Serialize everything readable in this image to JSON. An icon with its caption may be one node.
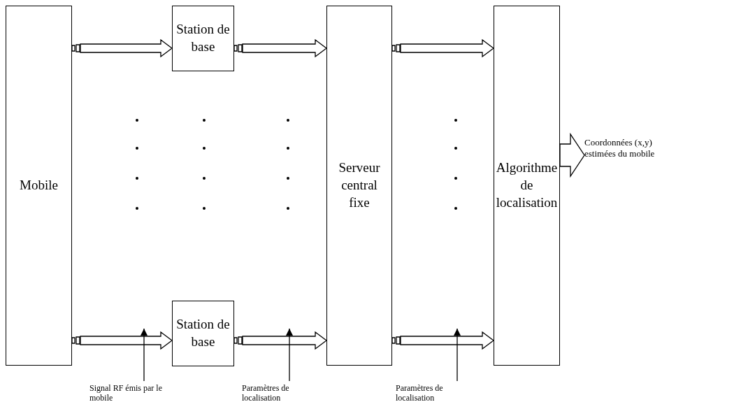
{
  "diagram": {
    "nodes": [
      {
        "text": [
          "Mobile"
        ]
      },
      {
        "text": [
          "Station de base"
        ]
      },
      {
        "text": [
          "Station de base"
        ]
      },
      {
        "text": [
          "Serveur central fixe"
        ]
      },
      {
        "text": [
          "Algorithme de localisation"
        ]
      },
      {
        "text": [
          "Coordonnées (x,y) estimées du mobile"
        ]
      },
      {
        "text": [
          "Signal RF émis par le mobile"
        ]
      },
      {
        "text": [
          "Paramètres de localisation"
        ]
      },
      {
        "text": [
          "Paramètres de localisation"
        ]
      }
    ],
    "edges": [
      {
        "from": 0,
        "to": 1,
        "arrow": "to"
      },
      {
        "from": 0,
        "to": 2,
        "arrow": "to"
      },
      {
        "from": 1,
        "to": 3,
        "arrow": "to"
      },
      {
        "from": 2,
        "to": 3,
        "arrow": "to"
      },
      {
        "from": 3,
        "to": 4,
        "arrow": "to"
      },
      {
        "from": 3,
        "to": 4,
        "arrow": "to"
      },
      {
        "from": 4,
        "to": 5,
        "arrow": "to"
      },
      {
        "from": 6,
        "to": null,
        "arrow": "to"
      },
      {
        "from": 7,
        "to": null,
        "arrow": "to"
      },
      {
        "from": 8,
        "to": null,
        "arrow": "to"
      }
    ]
  }
}
